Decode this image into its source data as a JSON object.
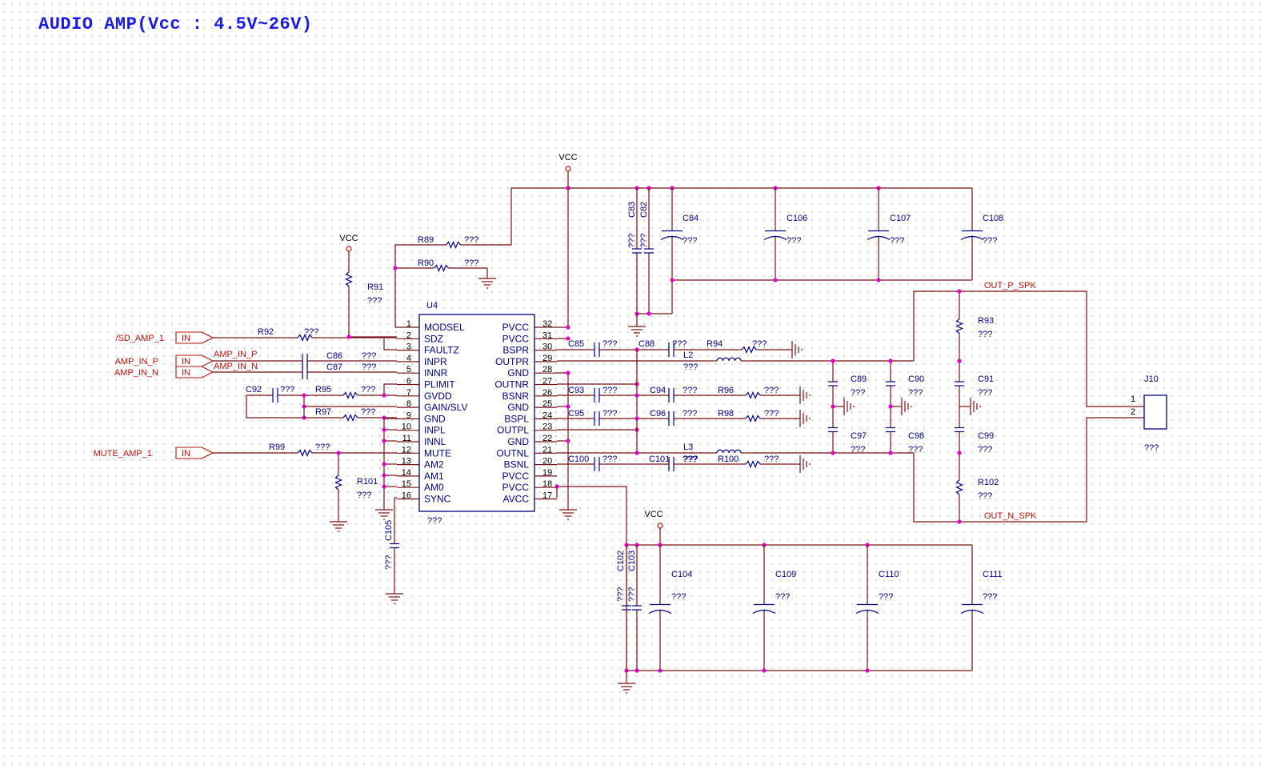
{
  "title": "AUDIO AMP(Vcc : 4.5V~26V)",
  "colors": {
    "wire": "#7a1010",
    "component": "#000082",
    "junction": "#e000c8",
    "port": "#b4140a",
    "title": "#1a1ae0"
  },
  "ic": {
    "ref": "U4",
    "value": "???",
    "left_pins": [
      {
        "num": "1",
        "name": "MODSEL"
      },
      {
        "num": "2",
        "name": "SDZ"
      },
      {
        "num": "3",
        "name": "FAULTZ"
      },
      {
        "num": "4",
        "name": "INPR"
      },
      {
        "num": "5",
        "name": "INNR"
      },
      {
        "num": "6",
        "name": "PLIMIT"
      },
      {
        "num": "7",
        "name": "GVDD"
      },
      {
        "num": "8",
        "name": "GAIN/SLV"
      },
      {
        "num": "9",
        "name": "GND"
      },
      {
        "num": "10",
        "name": "INPL"
      },
      {
        "num": "11",
        "name": "INNL"
      },
      {
        "num": "12",
        "name": "MUTE"
      },
      {
        "num": "13",
        "name": "AM2"
      },
      {
        "num": "14",
        "name": "AM1"
      },
      {
        "num": "15",
        "name": "AM0"
      },
      {
        "num": "16",
        "name": "SYNC"
      }
    ],
    "right_pins": [
      {
        "num": "32",
        "name": "PVCC"
      },
      {
        "num": "31",
        "name": "PVCC"
      },
      {
        "num": "30",
        "name": "BSPR"
      },
      {
        "num": "29",
        "name": "OUTPR"
      },
      {
        "num": "28",
        "name": "GND"
      },
      {
        "num": "27",
        "name": "OUTNR"
      },
      {
        "num": "26",
        "name": "BSNR"
      },
      {
        "num": "25",
        "name": "GND"
      },
      {
        "num": "24",
        "name": "BSPL"
      },
      {
        "num": "23",
        "name": "OUTPL"
      },
      {
        "num": "22",
        "name": "GND"
      },
      {
        "num": "21",
        "name": "OUTNL"
      },
      {
        "num": "20",
        "name": "BSNL"
      },
      {
        "num": "19",
        "name": "PVCC"
      },
      {
        "num": "18",
        "name": "PVCC"
      },
      {
        "num": "17",
        "name": "AVCC"
      }
    ]
  },
  "ports": [
    {
      "label": "IN",
      "net": "/SD_AMP_1"
    },
    {
      "label": "IN",
      "net": "AMP_IN_P"
    },
    {
      "label": "IN",
      "net": "AMP_IN_N"
    },
    {
      "label": "IN",
      "net": "MUTE_AMP_1"
    }
  ],
  "net_labels": {
    "amp_in_p": "AMP_IN_P",
    "amp_in_n": "AMP_IN_N",
    "out_p": "OUT_P_SPK",
    "out_n": "OUT_N_SPK"
  },
  "power": {
    "vcc": "VCC"
  },
  "components": {
    "R89": {
      "ref": "R89",
      "val": "???"
    },
    "R90": {
      "ref": "R90",
      "val": "???"
    },
    "R91": {
      "ref": "R91",
      "val": "???"
    },
    "R92": {
      "ref": "R92",
      "val": "???"
    },
    "R95": {
      "ref": "R95",
      "val": "???"
    },
    "R97": {
      "ref": "R97",
      "val": "???"
    },
    "R99": {
      "ref": "R99",
      "val": "???"
    },
    "R101": {
      "ref": "R101",
      "val": "???"
    },
    "R93": {
      "ref": "R93",
      "val": "???"
    },
    "R102": {
      "ref": "R102",
      "val": "???"
    },
    "R94": {
      "ref": "R94",
      "val": "???"
    },
    "R96": {
      "ref": "R96",
      "val": "???"
    },
    "R98": {
      "ref": "R98",
      "val": "???"
    },
    "R100": {
      "ref": "R100",
      "val": "???"
    },
    "C86": {
      "ref": "C86",
      "val": "???"
    },
    "C87": {
      "ref": "C87",
      "val": "???"
    },
    "C92": {
      "ref": "C92",
      "val": "???"
    },
    "C105": {
      "ref": "C105",
      "val": "???"
    },
    "C83": {
      "ref": "C83",
      "val": "???"
    },
    "C82": {
      "ref": "C82",
      "val": "???"
    },
    "C84": {
      "ref": "C84",
      "val": "???"
    },
    "C106": {
      "ref": "C106",
      "val": "???"
    },
    "C107": {
      "ref": "C107",
      "val": "???"
    },
    "C108": {
      "ref": "C108",
      "val": "???"
    },
    "C85": {
      "ref": "C85",
      "val": "???"
    },
    "C88": {
      "ref": "C88",
      "val": "???"
    },
    "C93": {
      "ref": "C93",
      "val": "???"
    },
    "C94": {
      "ref": "C94",
      "val": "???"
    },
    "C95": {
      "ref": "C95",
      "val": "???"
    },
    "C96": {
      "ref": "C96",
      "val": "???"
    },
    "C100": {
      "ref": "C100",
      "val": "???"
    },
    "C101": {
      "ref": "C101",
      "val": "???"
    },
    "L2": {
      "ref": "L2",
      "val": "???"
    },
    "L3": {
      "ref": "L3",
      "val": "???"
    },
    "C89": {
      "ref": "C89",
      "val": "???"
    },
    "C90": {
      "ref": "C90",
      "val": "???"
    },
    "C91": {
      "ref": "C91",
      "val": "???"
    },
    "C97": {
      "ref": "C97",
      "val": "???"
    },
    "C98": {
      "ref": "C98",
      "val": "???"
    },
    "C99": {
      "ref": "C99",
      "val": "???"
    },
    "C102": {
      "ref": "C102",
      "val": "???"
    },
    "C103": {
      "ref": "C103",
      "val": "???"
    },
    "C104": {
      "ref": "C104",
      "val": "???"
    },
    "C109": {
      "ref": "C109",
      "val": "???"
    },
    "C110": {
      "ref": "C110",
      "val": "???"
    },
    "C111": {
      "ref": "C111",
      "val": "???"
    },
    "J10": {
      "ref": "J10",
      "val": "???",
      "pin1": "1",
      "pin2": "2"
    }
  }
}
